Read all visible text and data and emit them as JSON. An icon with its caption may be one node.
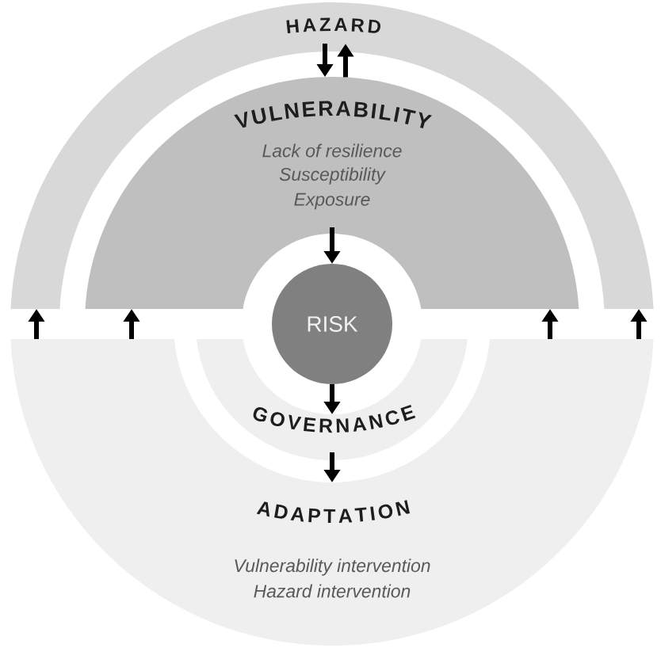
{
  "diagram": {
    "nodes": [
      {
        "text": [
          "HAZARD"
        ]
      },
      {
        "text": [
          "VULNERABILITY",
          "Lack of resilience",
          "Susceptibility",
          "Exposure"
        ]
      },
      {
        "text": [
          "RISK"
        ]
      },
      {
        "text": [
          "GOVERNANCE"
        ]
      },
      {
        "text": [
          "ADAPTATION",
          "Vulnerability intervention",
          "Hazard intervention"
        ]
      }
    ],
    "edges": [
      {
        "from": 0,
        "to": 1,
        "arrow": "to"
      },
      {
        "from": 1,
        "to": 0,
        "arrow": "to"
      },
      {
        "from": 1,
        "to": 2,
        "arrow": "to"
      },
      {
        "from": 2,
        "to": 3,
        "arrow": "to"
      },
      {
        "from": 3,
        "to": 4,
        "arrow": "to"
      },
      {
        "from": 4,
        "to": 0,
        "arrow": "to"
      },
      {
        "from": 4,
        "to": 1,
        "arrow": "to"
      },
      {
        "from": 4,
        "to": 1,
        "arrow": "to"
      },
      {
        "from": 4,
        "to": 0,
        "arrow": "to"
      }
    ]
  }
}
